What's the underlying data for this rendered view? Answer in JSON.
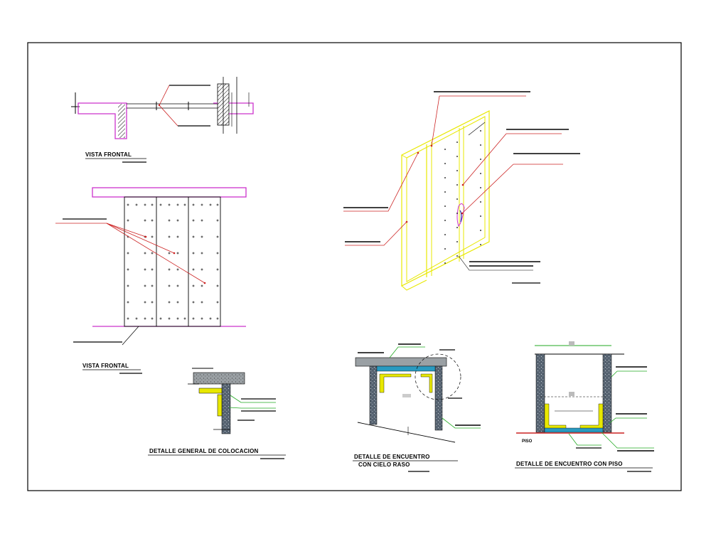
{
  "drawing": {
    "label_vista_frontal_top": "VISTA FRONTAL",
    "label_vista_frontal_bottom": "VISTA FRONTAL",
    "label_detalle_colocacion": "DETALLE GENERAL DE COLOCACION",
    "label_encuentro_cielo_line1": "DETALLE DE ENCUENTRO",
    "label_encuentro_cielo_line2": "CON CIELO RASO",
    "label_encuentro_piso": "DETALLE DE ENCUENTRO CON PISO",
    "label_piso": "PISO"
  },
  "colors": {
    "frame": "#000000",
    "magenta": "#cc33cc",
    "red": "#cc2222",
    "yellow": "#e8e800",
    "green": "#22aa22",
    "steel": "#4a5a66",
    "cyan": "#22aacc"
  }
}
